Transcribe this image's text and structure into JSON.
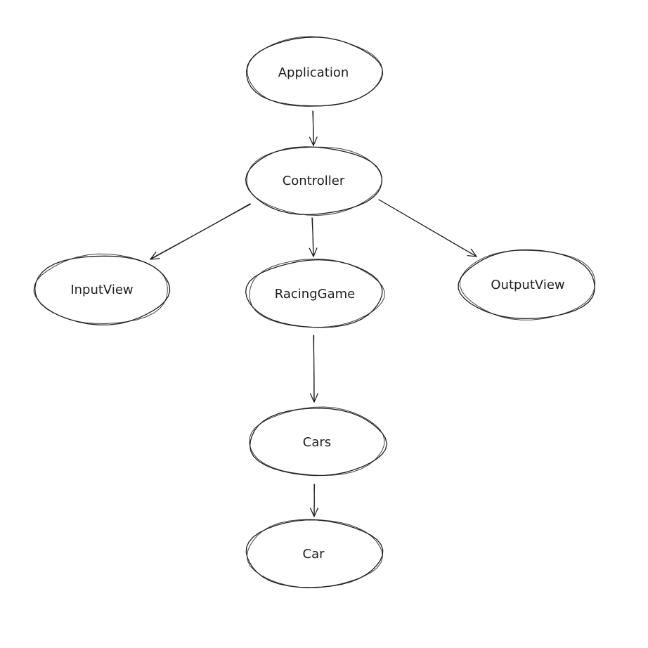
{
  "diagram": {
    "nodes": [
      {
        "id": "application",
        "label": "Application"
      },
      {
        "id": "controller",
        "label": "Controller"
      },
      {
        "id": "inputview",
        "label": "InputView"
      },
      {
        "id": "racinggame",
        "label": "RacingGame"
      },
      {
        "id": "outputview",
        "label": "OutputView"
      },
      {
        "id": "cars",
        "label": "Cars"
      },
      {
        "id": "car",
        "label": "Car"
      }
    ],
    "edges": [
      {
        "from": "application",
        "to": "controller"
      },
      {
        "from": "controller",
        "to": "inputview"
      },
      {
        "from": "controller",
        "to": "racinggame"
      },
      {
        "from": "controller",
        "to": "outputview"
      },
      {
        "from": "racinggame",
        "to": "cars"
      },
      {
        "from": "cars",
        "to": "car"
      }
    ],
    "stroke_color": "#1e1e1e",
    "background": "#ffffff"
  }
}
